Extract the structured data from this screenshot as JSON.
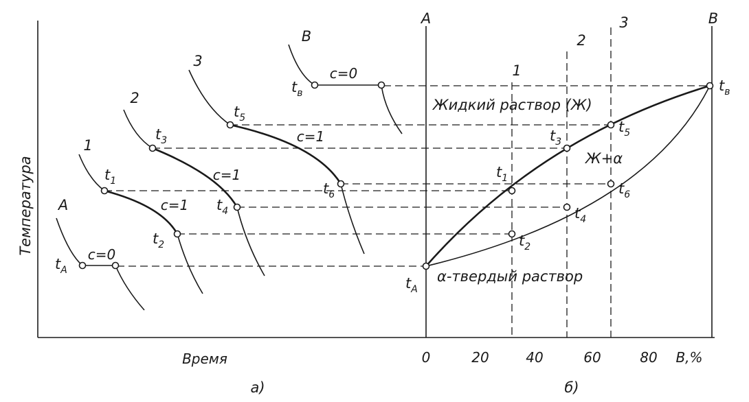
{
  "panel_a": {
    "ylabel": "Температура",
    "xlabel": "Время",
    "caption": "а)",
    "curve_labels": [
      "A",
      "1",
      "2",
      "3",
      "B"
    ],
    "point_labels": {
      "tA": {
        "main": "t",
        "sub": "A"
      },
      "t1": {
        "main": "t",
        "sub": "1"
      },
      "t2": {
        "main": "t",
        "sub": "2"
      },
      "t3": {
        "main": "t",
        "sub": "3"
      },
      "t4": {
        "main": "t",
        "sub": "4"
      },
      "t5": {
        "main": "t",
        "sub": "5"
      },
      "t6": {
        "main": "t",
        "sub": "6"
      },
      "tB": {
        "main": "t",
        "sub": "в"
      }
    },
    "c_labels": [
      "c=0",
      "c=1",
      "c=1",
      "c=1",
      "c=0"
    ]
  },
  "panel_b": {
    "caption": "б)",
    "x_ticks": [
      "0",
      "20",
      "40",
      "60",
      "80"
    ],
    "x_unit": "В,%",
    "axis_A": "А",
    "axis_B": "В",
    "alloy_labels": [
      "1",
      "2",
      "3"
    ],
    "region_liquid": "Жидкий раствор (Ж)",
    "region_two_phase": "Ж+α",
    "region_solid": "α-твердый раствор",
    "point_labels": {
      "tA": {
        "main": "t",
        "sub": "A"
      },
      "t1": {
        "main": "t",
        "sub": "1"
      },
      "t2": {
        "main": "t",
        "sub": "2"
      },
      "t3": {
        "main": "t",
        "sub": "3"
      },
      "t4": {
        "main": "t",
        "sub": "4"
      },
      "t5": {
        "main": "t",
        "sub": "5"
      },
      "t6": {
        "main": "t",
        "sub": "6"
      },
      "tB": {
        "main": "t",
        "sub": "в"
      }
    }
  }
}
